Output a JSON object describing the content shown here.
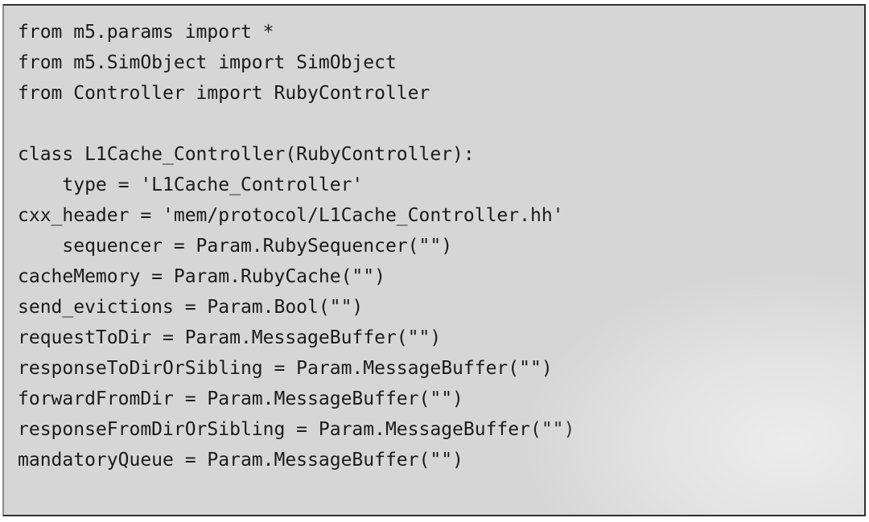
{
  "figure": {
    "kind": "code-listing",
    "language": "python",
    "background_color": "#d6d6d6",
    "text_color": "#1b1b1b",
    "border_color": "#30302f",
    "page_background": "#ffffff"
  },
  "code": {
    "lines": [
      "from m5.params import *",
      "from m5.SimObject import SimObject",
      "from Controller import RubyController",
      "",
      "class L1Cache_Controller(RubyController):",
      "    type = 'L1Cache_Controller'",
      "cxx_header = 'mem/protocol/L1Cache_Controller.hh'",
      "    sequencer = Param.RubySequencer(\"\")",
      "cacheMemory = Param.RubyCache(\"\")",
      "send_evictions = Param.Bool(\"\")",
      "requestToDir = Param.MessageBuffer(\"\")",
      "responseToDirOrSibling = Param.MessageBuffer(\"\")",
      "forwardFromDir = Param.MessageBuffer(\"\")",
      "responseFromDirOrSibling = Param.MessageBuffer(\"\")",
      "mandatoryQueue = Param.MessageBuffer(\"\")"
    ]
  }
}
